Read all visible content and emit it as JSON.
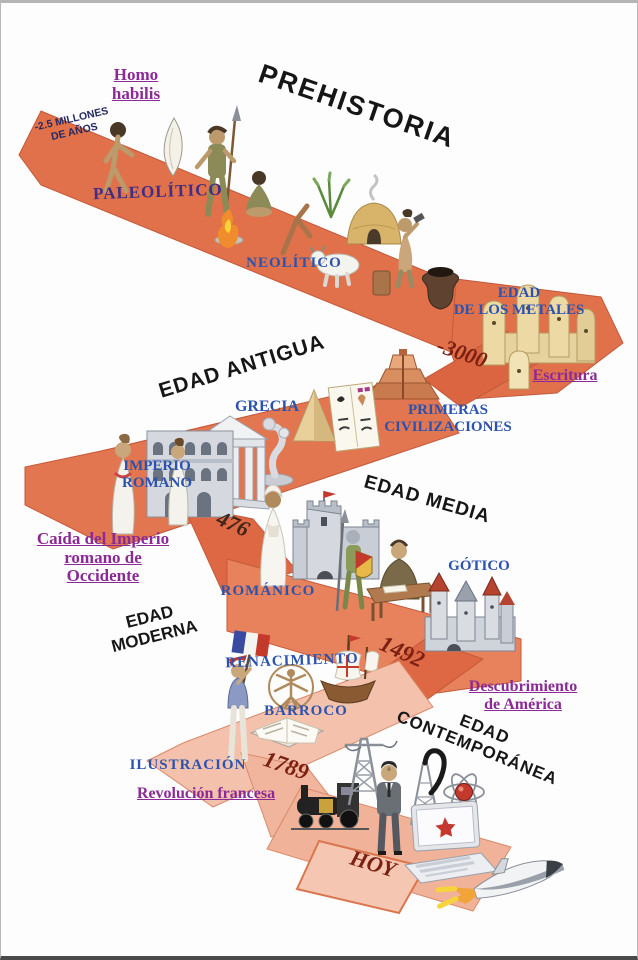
{
  "colors": {
    "path_salmon": "#E0714A",
    "path_light_pink": "#F3C1AC",
    "label_blue": "#2B52AE",
    "label_violet": "#3F2D86",
    "link_purple": "#8B2A96",
    "number_maroon": "#7B2012",
    "title_black": "#161616"
  },
  "era_titles": {
    "prehistoria": "PREHISTORIA",
    "antigua": "EDAD ANTIGUA",
    "media": "EDAD MEDIA",
    "moderna": "EDAD\nMODERNA",
    "contemporanea": "EDAD\nCONTEMPORÁNEA"
  },
  "period_labels": {
    "paleolitico": "PALEOLÍTICO",
    "neolitico": "NEOLÍTICO",
    "edad_metales": "EDAD\nDE LOS METALES",
    "grecia": "GRECIA",
    "primeras_civilizaciones": "PRIMERAS\nCIVILIZACIONES",
    "imperio_romano": "IMPERIO\nROMANO",
    "romanico": "ROMÁNICO",
    "gotico": "GÓTICO",
    "renacimiento": "RENACIMIENTO",
    "barroco": "BARROCO",
    "ilustracion": "ILUSTRACIÓN"
  },
  "links": {
    "homo_habilis": "Homo\nhabilis",
    "escritura": "Escritura",
    "caida_imperio": "Caída del Imperio\nromano de\nOccidente",
    "descubrimiento_america": "Descubrimiento\nde América",
    "revolucion_francesa": "Revolución francesa"
  },
  "milestones": {
    "inicio": "-2.5 MILLONES\nDE AÑOS",
    "metales": "-3000",
    "caida": "476",
    "america": "1492",
    "revolucion": "1789",
    "hoy": "HOY"
  }
}
